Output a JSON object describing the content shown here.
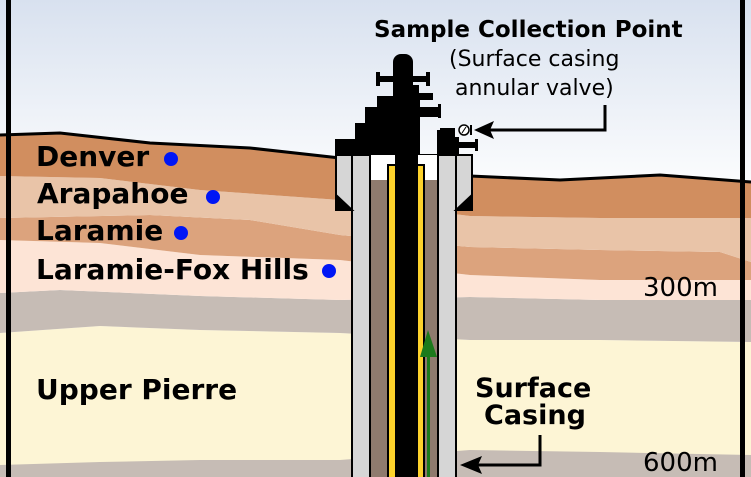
{
  "title": "Sample Collection Point",
  "subtitle_line1": "(Surface casing",
  "subtitle_line2": "annular valve)",
  "formations": [
    {
      "name": "Denver",
      "sampled": true
    },
    {
      "name": "Arapahoe",
      "sampled": true
    },
    {
      "name": "Laramie",
      "sampled": true
    },
    {
      "name": "Laramie-Fox Hills",
      "sampled": true
    },
    {
      "name": "Upper Pierre",
      "sampled": false
    }
  ],
  "depths": [
    "300m",
    "600m"
  ],
  "casing_label_line1": "Surface",
  "casing_label_line2": "Casing",
  "colors": {
    "denver": "#d18e5f",
    "arapahoe": "#e9c4a8",
    "laramie": "#dca37d",
    "fox_hills": "#fde4d6",
    "shale": "#c6bcb5",
    "pierre": "#fdf5d5",
    "annulus": "#8f7b6e",
    "casing": "#d6d6d6",
    "tubing_sleeve": "#fdd22b",
    "marker": "#0016f5",
    "flow_arrow": "#1b7a1b"
  }
}
